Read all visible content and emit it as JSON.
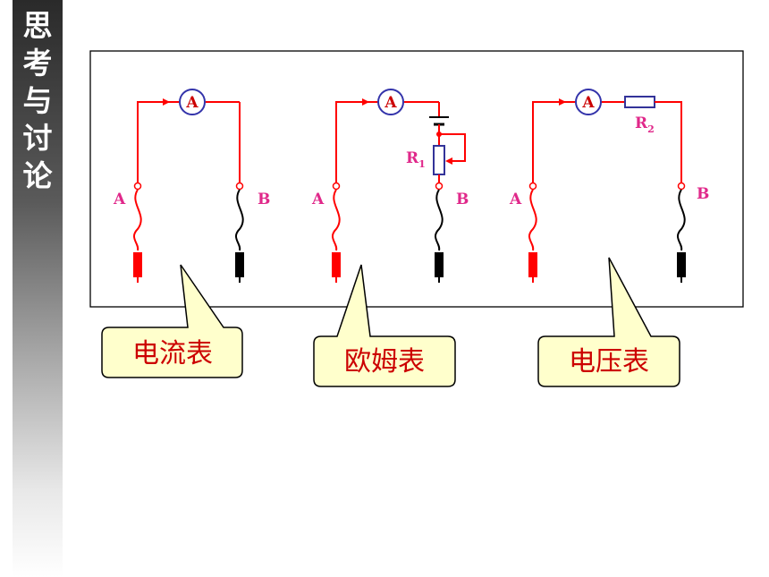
{
  "sidebar": {
    "title_chars": [
      "思",
      "考",
      "与",
      "讨",
      "论"
    ]
  },
  "circuits": [
    {
      "meter_symbol": "A",
      "left_terminal": "A",
      "right_terminal": "B",
      "callout": "电流表"
    },
    {
      "meter_symbol": "A",
      "left_terminal": "A",
      "right_terminal": "B",
      "resistor_label": "R",
      "resistor_sub": "1",
      "callout": "欧姆表"
    },
    {
      "meter_symbol": "A",
      "left_terminal": "A",
      "right_terminal": "B",
      "resistor_label": "R",
      "resistor_sub": "2",
      "callout": "电压表"
    }
  ],
  "colors": {
    "wire": "#ff0000",
    "meter_circle": "#3333aa",
    "resistor": "#333399",
    "terminal_label": "#e0288a",
    "probe_red": "#ff0000",
    "probe_black": "#000000",
    "callout_fill": "#ffffcc",
    "callout_text": "#cc0000"
  }
}
